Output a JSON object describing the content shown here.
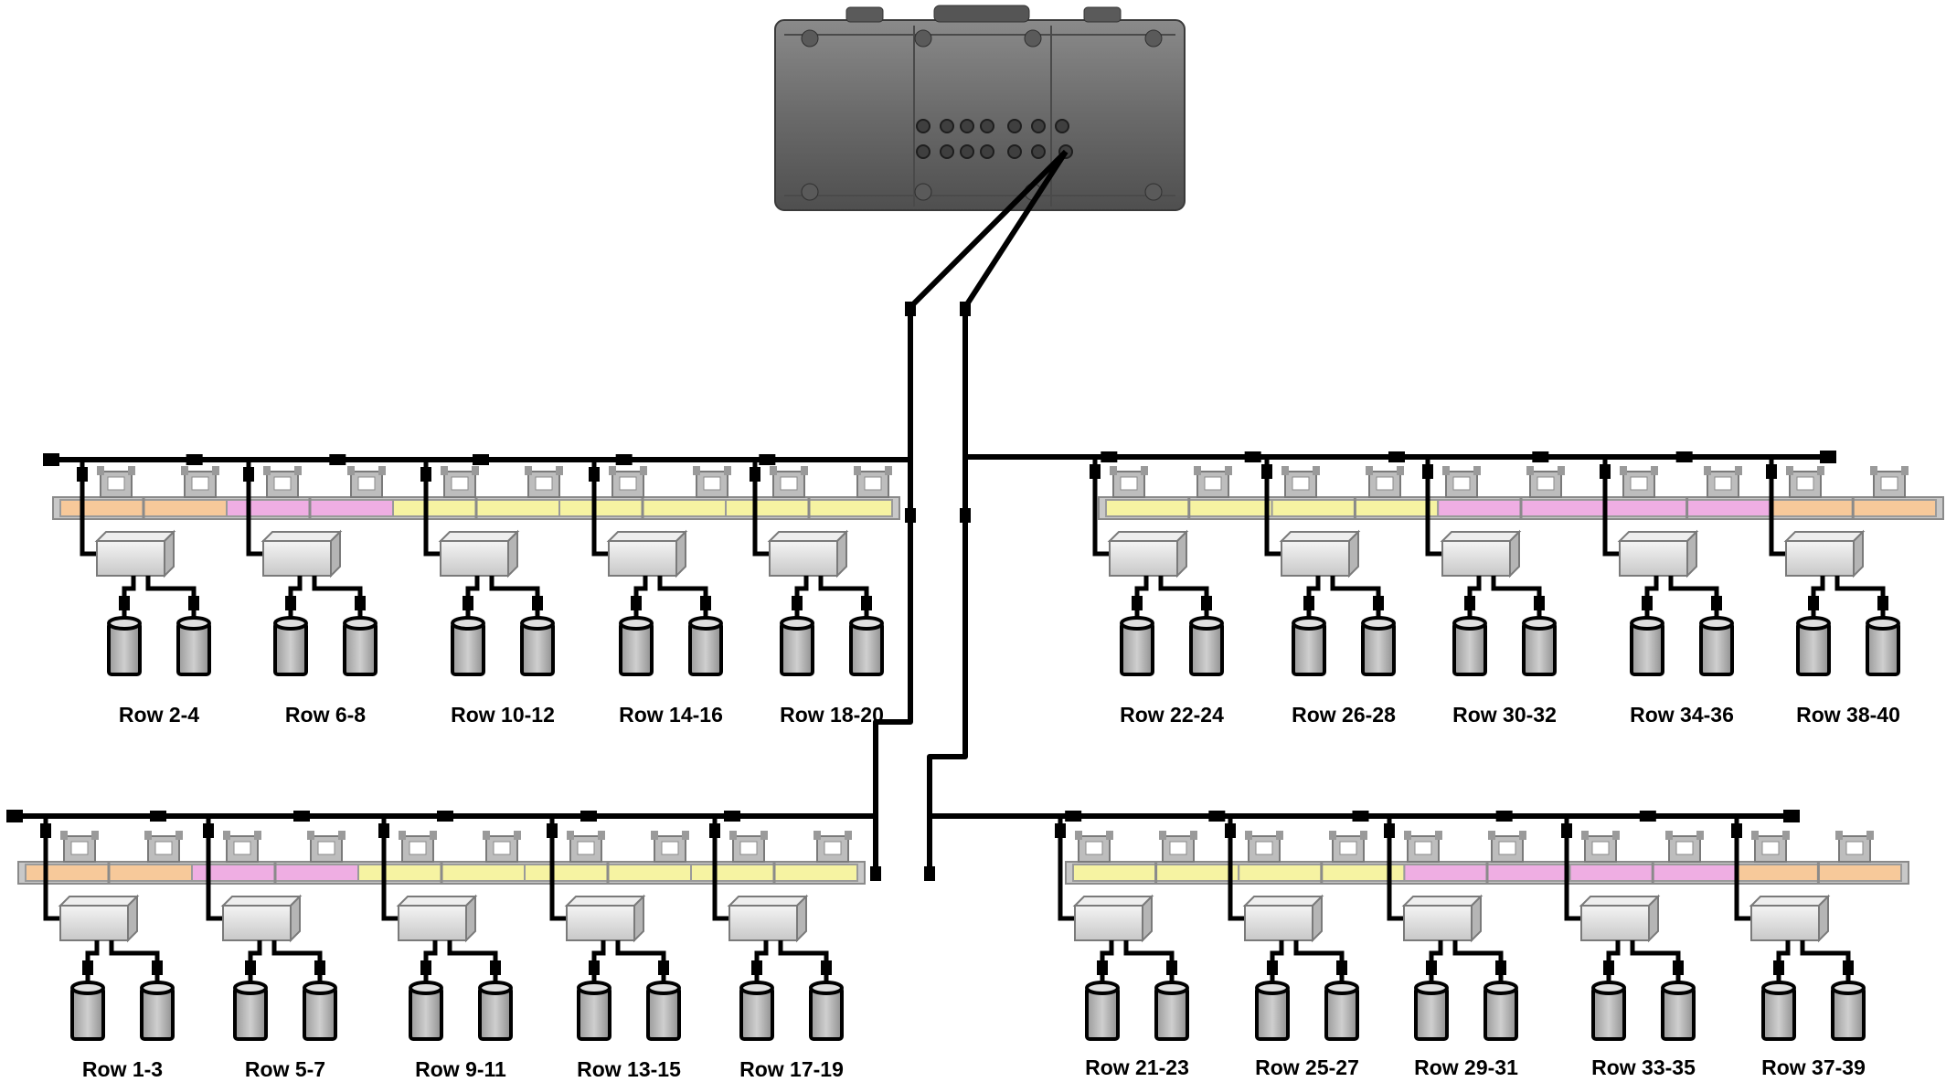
{
  "groups": [
    {
      "id": "top-left",
      "units": [
        {
          "label": "Row 2-4",
          "color": "orange"
        },
        {
          "label": "Row 6-8",
          "color": "pink"
        },
        {
          "label": "Row 10-12",
          "color": "yellow"
        },
        {
          "label": "Row 14-16",
          "color": "yellow"
        },
        {
          "label": "Row 18-20",
          "color": "yellow"
        }
      ]
    },
    {
      "id": "top-right",
      "units": [
        {
          "label": "Row 22-24",
          "color": "yellow"
        },
        {
          "label": "Row 26-28",
          "color": "yellow"
        },
        {
          "label": "Row 30-32",
          "color": "pink"
        },
        {
          "label": "Row 34-36",
          "color": "pink"
        },
        {
          "label": "Row 38-40",
          "color": "orange"
        }
      ]
    },
    {
      "id": "bottom-left",
      "units": [
        {
          "label": "Row 1-3",
          "color": "orange"
        },
        {
          "label": "Row 5-7",
          "color": "pink"
        },
        {
          "label": "Row 9-11",
          "color": "yellow"
        },
        {
          "label": "Row 13-15",
          "color": "yellow"
        },
        {
          "label": "Row 17-19",
          "color": "yellow"
        }
      ]
    },
    {
      "id": "bottom-right",
      "units": [
        {
          "label": "Row 21-23",
          "color": "yellow"
        },
        {
          "label": "Row 25-27",
          "color": "yellow"
        },
        {
          "label": "Row 29-31",
          "color": "pink"
        },
        {
          "label": "Row 33-35",
          "color": "pink"
        },
        {
          "label": "Row 37-39",
          "color": "orange"
        }
      ]
    }
  ],
  "colors": {
    "orange": "#f7c99a",
    "pink": "#efaee3",
    "yellow": "#f6f3a2",
    "cable": "#000000",
    "device": "#d9d9d9",
    "case": "#6f6f6f"
  }
}
